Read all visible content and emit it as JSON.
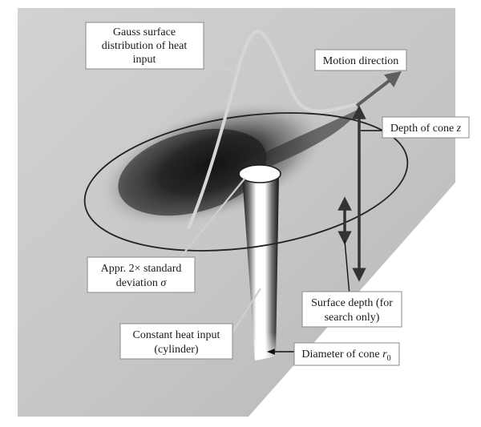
{
  "labels": {
    "gauss": {
      "line1": "Gauss surface",
      "line2": "distribution of heat",
      "line3": "input"
    },
    "motion": {
      "line1": "Motion direction"
    },
    "depth_cone": {
      "text": "Depth of cone ",
      "var": "z"
    },
    "std_dev": {
      "line1": "Appr. 2× standard",
      "line2_text": "deviation ",
      "line2_var": "σ"
    },
    "surface_depth": {
      "line1": "Surface depth (for",
      "line2": "search only)"
    },
    "constant_heat": {
      "line1": "Constant heat input",
      "line2": "(cylinder)"
    },
    "diameter_cone": {
      "text": "Diameter of cone ",
      "var": "r",
      "sub": "0"
    }
  },
  "colors": {
    "plane": "#c4c4c4",
    "plane_dark": "#a8a8a8",
    "cylinder_core": "#ffffff",
    "cylinder_edge": "#1e1e1e",
    "arrow": "#5e5e5e",
    "ellipse_stroke": "#222222",
    "gauss_curve": "#d6d6d6"
  }
}
